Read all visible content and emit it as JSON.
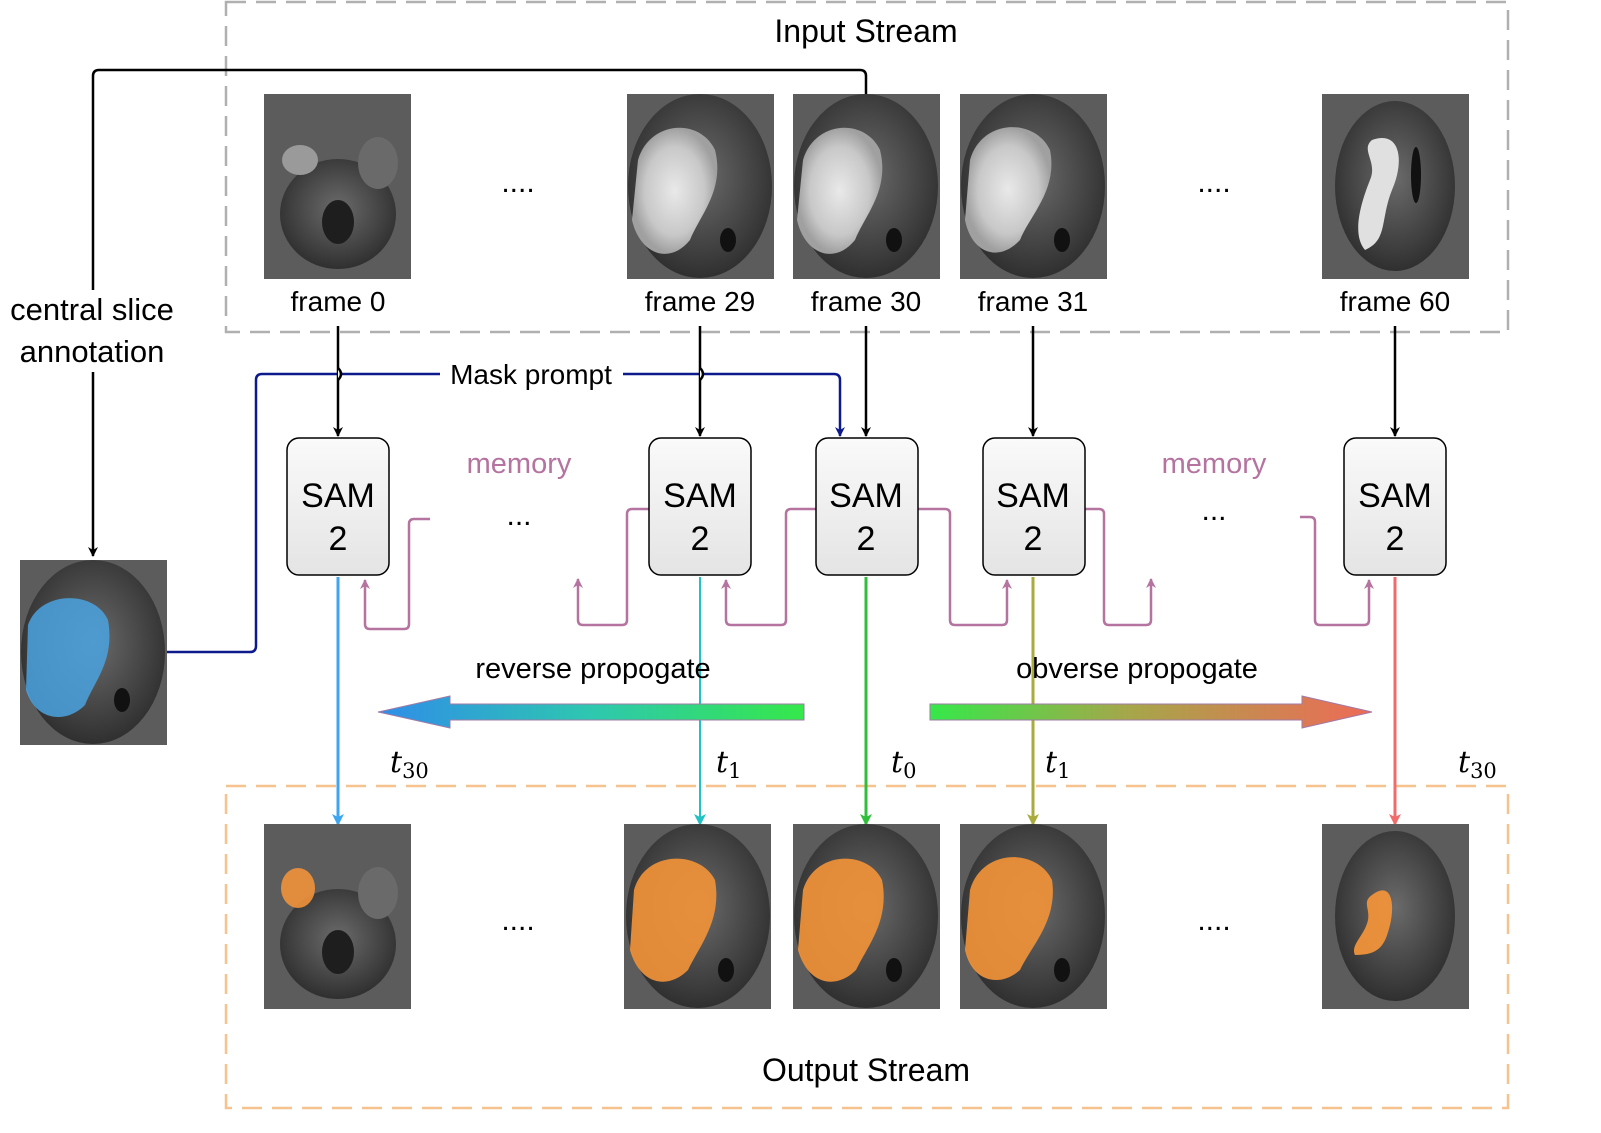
{
  "input_stream": {
    "title": "Input Stream",
    "frames": [
      "frame 0",
      "frame 29",
      "frame 30",
      "frame 31",
      "frame 60"
    ],
    "ellipsis_left": "....",
    "ellipsis_right": "...."
  },
  "output_stream": {
    "title": "Output Stream",
    "ellipsis_left": "....",
    "ellipsis_right": "...."
  },
  "annotation": {
    "line1": "central slice",
    "line2": "annotation"
  },
  "mask_prompt": "Mask prompt",
  "sam_blocks": [
    {
      "line1": "SAM",
      "line2": "2"
    },
    {
      "line1": "SAM",
      "line2": "2"
    },
    {
      "line1": "SAM",
      "line2": "2"
    },
    {
      "line1": "SAM",
      "line2": "2"
    },
    {
      "line1": "SAM",
      "line2": "2"
    }
  ],
  "memory_labels": [
    "memory",
    "memory"
  ],
  "sam_ellipsis": [
    "...",
    "..."
  ],
  "propagation": {
    "reverse": "reverse propogate",
    "obverse": "obverse propogate"
  },
  "time_labels": [
    {
      "base": "t",
      "sub": "30"
    },
    {
      "base": "t",
      "sub": "1"
    },
    {
      "base": "t",
      "sub": "0"
    },
    {
      "base": "t",
      "sub": "1"
    },
    {
      "base": "t",
      "sub": "30"
    }
  ],
  "colors": {
    "memory": "#b5739f",
    "prompt_line": "#0d1a8c",
    "mask_overlay": "#f0923a",
    "annotation_overlay": "#4aa3e0",
    "arrow_t30_left": "#3ea6f0",
    "arrow_t1_left": "#22c1c3",
    "arrow_t0": "#2fbf3a",
    "arrow_t1_right": "#a9ab3a",
    "arrow_t30_right": "#f26b6b",
    "input_border": "#b0b0b0",
    "output_border": "#f6c38f"
  }
}
